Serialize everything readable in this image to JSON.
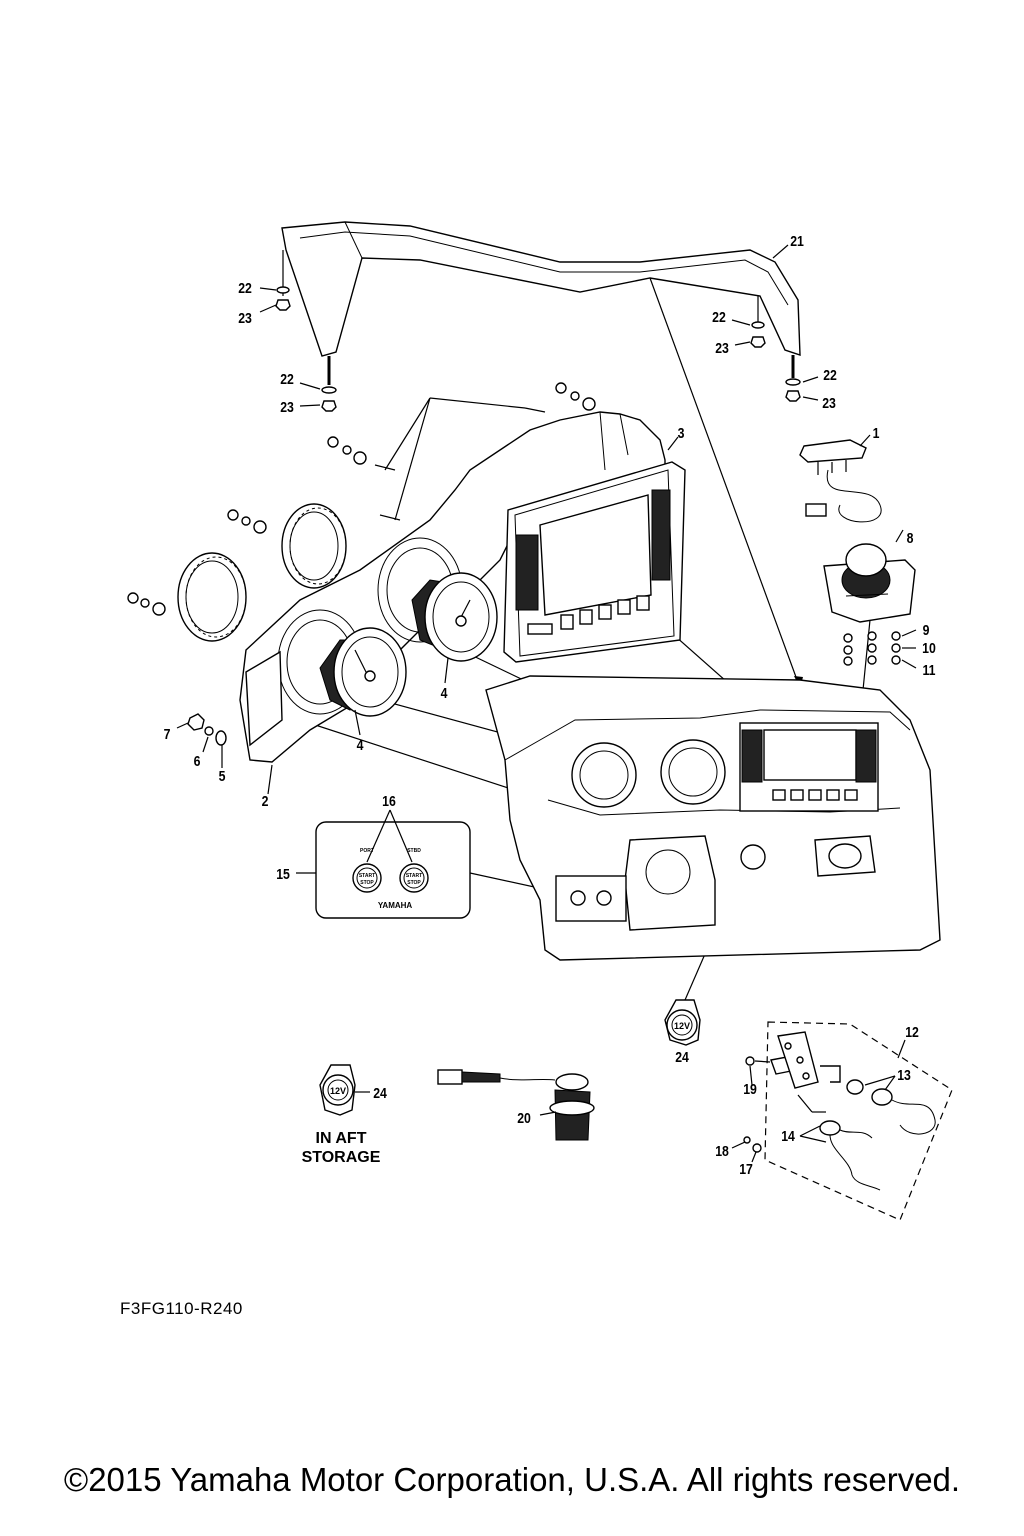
{
  "callouts": [
    {
      "id": "c21",
      "text": "21"
    },
    {
      "id": "c22a",
      "text": "22"
    },
    {
      "id": "c23a",
      "text": "23"
    },
    {
      "id": "c22b",
      "text": "22"
    },
    {
      "id": "c23b",
      "text": "23"
    },
    {
      "id": "c22c",
      "text": "22"
    },
    {
      "id": "c23c",
      "text": "23"
    },
    {
      "id": "c22d",
      "text": "22"
    },
    {
      "id": "c23d",
      "text": "23"
    },
    {
      "id": "c3",
      "text": "3"
    },
    {
      "id": "c1",
      "text": "1"
    },
    {
      "id": "c8",
      "text": "8"
    },
    {
      "id": "c9",
      "text": "9"
    },
    {
      "id": "c10",
      "text": "10"
    },
    {
      "id": "c11",
      "text": "11"
    },
    {
      "id": "c4a",
      "text": "4"
    },
    {
      "id": "c4b",
      "text": "4"
    },
    {
      "id": "c7",
      "text": "7"
    },
    {
      "id": "c6",
      "text": "6"
    },
    {
      "id": "c5",
      "text": "5"
    },
    {
      "id": "c2",
      "text": "2"
    },
    {
      "id": "c16",
      "text": "16"
    },
    {
      "id": "c15",
      "text": "15"
    },
    {
      "id": "c24a",
      "text": "24"
    },
    {
      "id": "c24b",
      "text": "24"
    },
    {
      "id": "c12",
      "text": "12"
    },
    {
      "id": "c13",
      "text": "13"
    },
    {
      "id": "c19",
      "text": "19"
    },
    {
      "id": "c14",
      "text": "14"
    },
    {
      "id": "c20",
      "text": "20"
    },
    {
      "id": "c18",
      "text": "18"
    },
    {
      "id": "c17",
      "text": "17"
    }
  ],
  "panel": {
    "port": "PORT",
    "stbd": "STBD",
    "start": "START",
    "stop": "STOP",
    "brand": "YAMAHA"
  },
  "outlet_label": "12V",
  "note_line1": "IN AFT",
  "note_line2": "STORAGE",
  "diagram_code": "F3FG110-R240",
  "copyright": "©2015 Yamaha Motor Corporation, U.S.A. All rights reserved."
}
